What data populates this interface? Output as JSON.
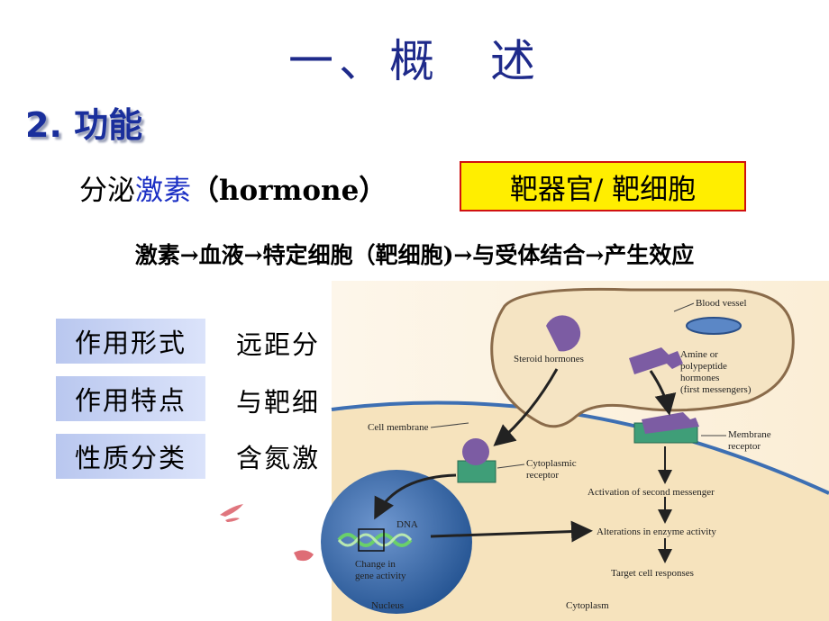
{
  "slide": {
    "title": "一、概　述",
    "section_heading": "2. 功能",
    "secrete_prefix": "分泌",
    "secrete_keyword": "激素",
    "secrete_english": "（hormone）",
    "target_box": "靶器官/ 靶细胞",
    "flow_sentence": "激素→血液→特定细胞（靶细胞)→与受体结合→产生效应",
    "rows": [
      {
        "label": "作用形式",
        "text": "远距分"
      },
      {
        "label": "作用特点",
        "text": "与靶细"
      },
      {
        "label": "性质分类",
        "text": "含氮激"
      }
    ]
  },
  "diagram": {
    "blood_vessel": "Blood vessel",
    "steroid_hormones": "Steroid hormones",
    "amine_1": "Amine or",
    "amine_2": "polypeptide",
    "amine_3": "hormones",
    "amine_4": "(first messengers)",
    "cell_membrane": "Cell membrane",
    "membrane_receptor_1": "Membrane",
    "membrane_receptor_2": "receptor",
    "cytoplasmic_receptor_1": "Cytoplasmic",
    "cytoplasmic_receptor_2": "receptor",
    "second_messenger": "Activation of second messenger",
    "dna": "DNA",
    "enzyme": "Alterations in enzyme activity",
    "gene_1": "Change in",
    "gene_2": "gene activity",
    "responses": "Target cell responses",
    "nucleus": "Nucleus",
    "cytoplasm": "Cytoplasm"
  },
  "colors": {
    "title": "#1e2a8a",
    "heading": "#1a2f9c",
    "keyword": "#1b2fc4",
    "highlight_fill": "#ffee00",
    "highlight_border": "#d01010",
    "label_box": "#c7d3f4",
    "cell_fill": "#f7e8c4",
    "membrane": "#3d6fb3",
    "nucleus": "#2f5f9e",
    "hormone": "#7c5ca3",
    "receptor": "#3f9e78"
  }
}
